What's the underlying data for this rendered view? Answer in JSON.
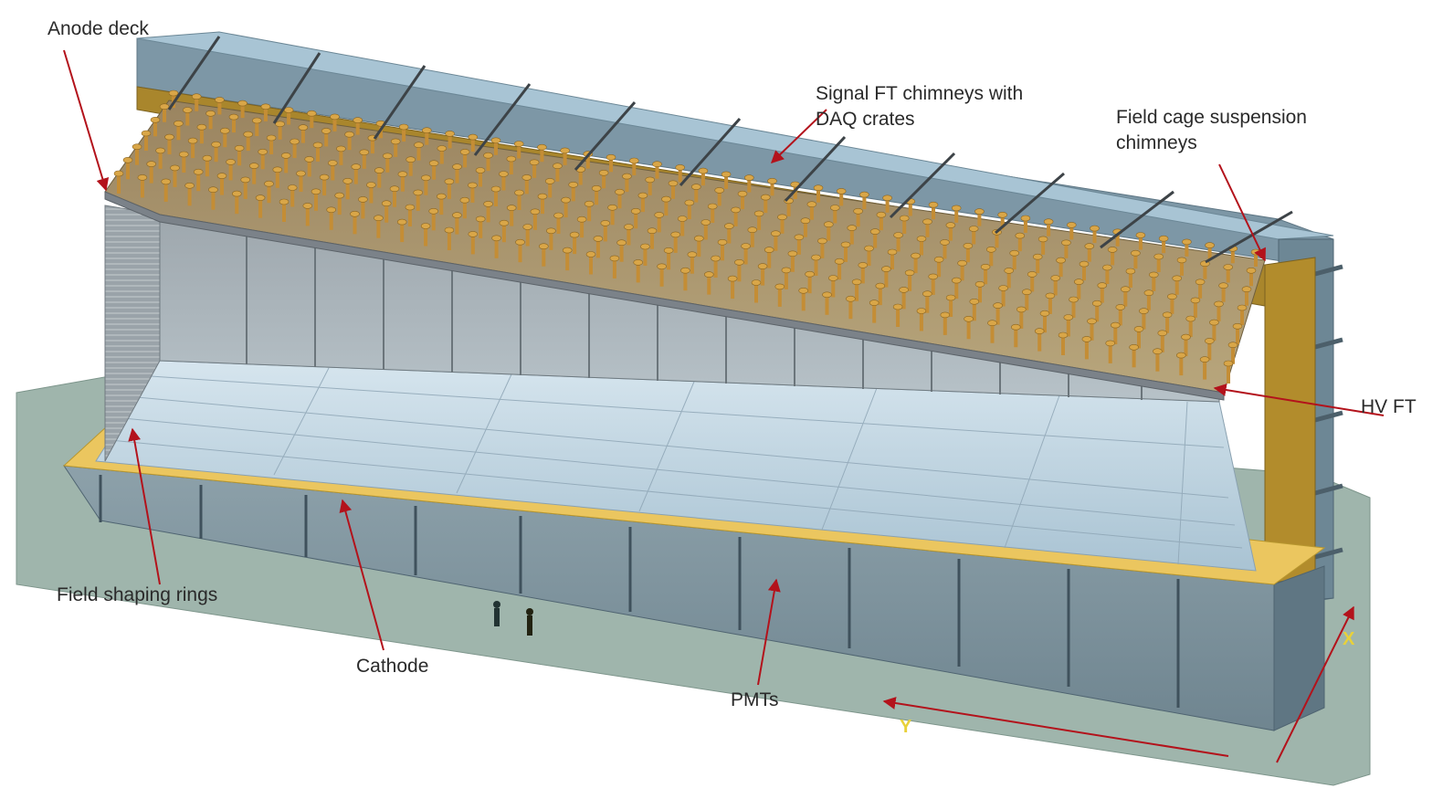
{
  "labels": {
    "anode_deck": "Anode deck",
    "signal_ft_line1": "Signal FT chimneys with",
    "signal_ft_line2": "DAQ crates",
    "field_cage_line1": "Field cage suspension",
    "field_cage_line2": "chimneys",
    "hv_ft": "HV FT",
    "field_shaping_rings": "Field shaping rings",
    "cathode": "Cathode",
    "pmts": "PMTs"
  },
  "axes": {
    "x": "X",
    "y": "Y"
  },
  "colors": {
    "ground": "#9fb5ac",
    "tank_wall": "#7f9aa8",
    "tank_top": "#a7c3d3",
    "yellow_rim": "#e9c65c",
    "gold_plate": "#b08b2c",
    "chimney": "#c8923a",
    "field_cage": "#9aa4ab",
    "floor": "#c7dbe8",
    "arrow": "#b3121b",
    "axis": "#e8d13a"
  }
}
